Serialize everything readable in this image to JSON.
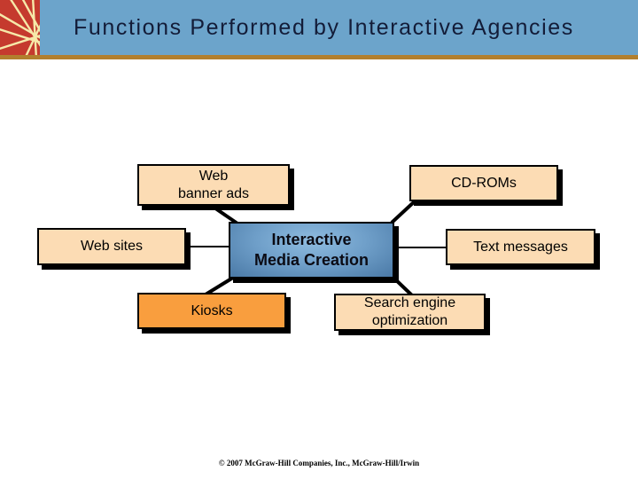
{
  "slide": {
    "title": "Functions Performed by Interactive Agencies",
    "footer": "© 2007 McGraw-Hill Companies, Inc., McGraw-Hill/Irwin"
  },
  "diagram": {
    "center": {
      "line1": "Interactive",
      "line2": "Media Creation"
    },
    "web_banner_ads": {
      "line1": "Web",
      "line2": "banner ads"
    },
    "cd_roms": {
      "label": "CD-ROMs"
    },
    "web_sites": {
      "label": "Web sites"
    },
    "text_messages": {
      "label": "Text messages"
    },
    "kiosks": {
      "label": "Kiosks"
    },
    "search_engine_optimization": {
      "line1": "Search engine",
      "line2": "optimization"
    }
  },
  "icons": {
    "logo": "starburst-lines-logo"
  },
  "colors": {
    "header_background": "#6ca4cb",
    "header_underline_gold": "#b27f2e",
    "title_text": "#131c38",
    "logo_red": "#c53a2e",
    "logo_lines_cream": "#f6e9a9",
    "node_peach": "#fcdcb4",
    "kiosks_orange": "#f99e3e",
    "center_blue_light": "#8fbce0",
    "center_blue_dark": "#4a79a6",
    "connector": "#000000",
    "shadow": "#000000",
    "background": "#ffffff"
  }
}
